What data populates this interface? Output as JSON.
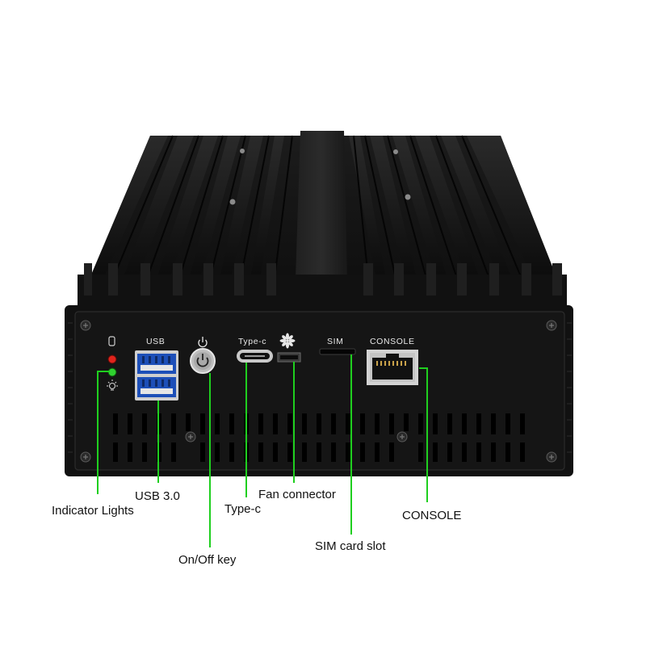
{
  "panel_labels": {
    "usb": "USB",
    "type_c": "Type-c",
    "sim": "SIM",
    "console": "CONSOLE"
  },
  "callouts": {
    "indicator_lights": "Indicator Lights",
    "usb_3_0": "USB 3.0",
    "on_off_key": "On/Off key",
    "type_c": "Type-c",
    "fan_connector": "Fan connector",
    "sim_card_slot": "SIM card slot",
    "console": "CONSOLE"
  },
  "colors": {
    "leader_line": "#1fcf1f",
    "chassis": "#141414",
    "led_red": "#e0241c",
    "led_green": "#2fd12f",
    "background": "#ffffff"
  },
  "icons": [
    "disk-icon",
    "bulb-icon",
    "power-icon",
    "fan-icon"
  ]
}
